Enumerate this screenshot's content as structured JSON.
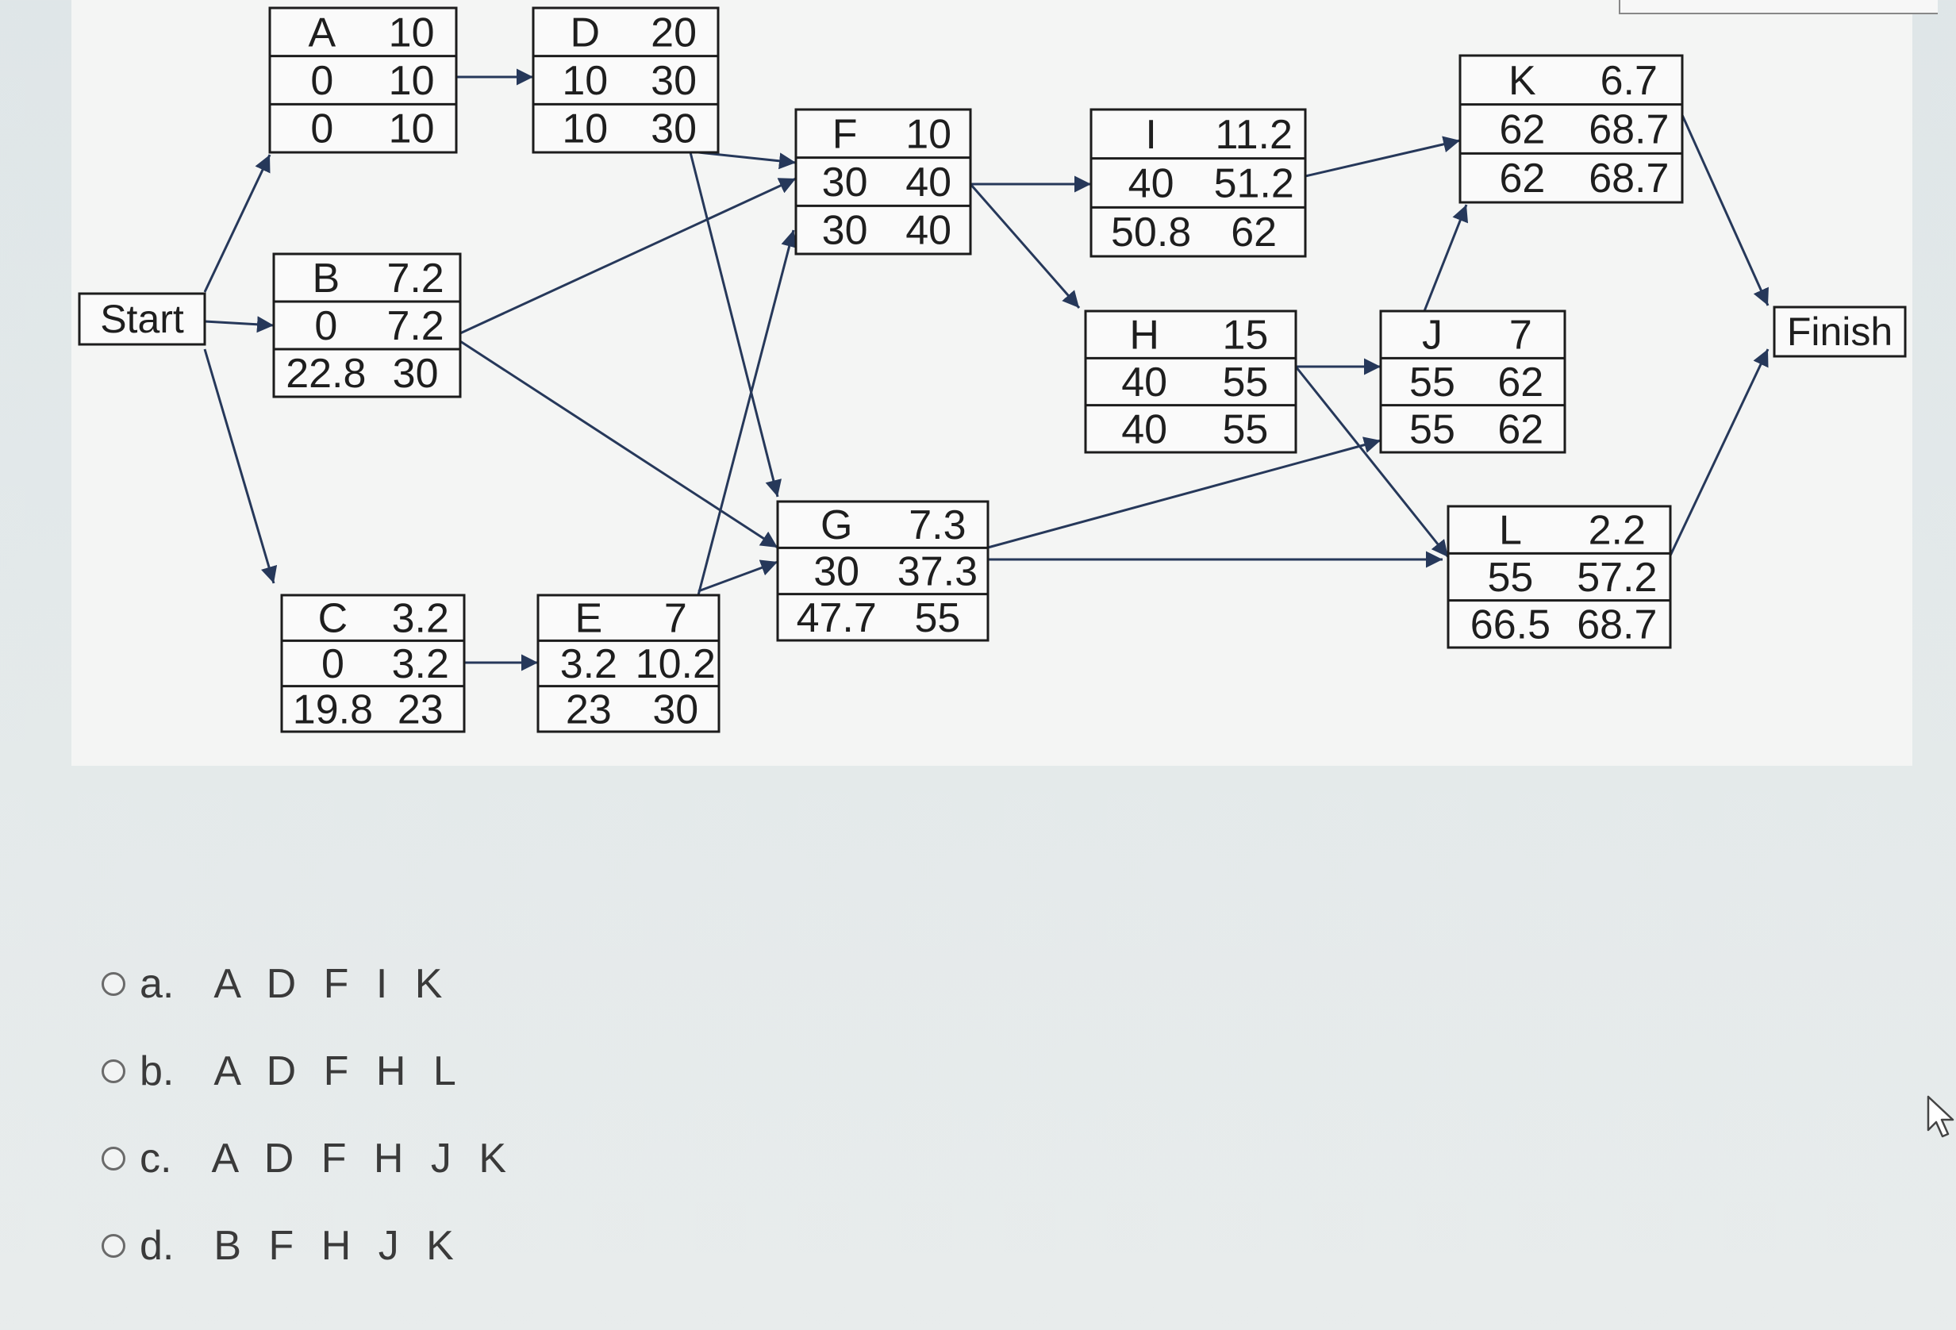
{
  "diagram": {
    "start_label": "Start",
    "finish_label": "Finish",
    "nodes": [
      {
        "id": "A",
        "rows": [
          [
            "A",
            "10"
          ],
          [
            "0",
            "10"
          ],
          [
            "0",
            "10"
          ]
        ]
      },
      {
        "id": "B",
        "rows": [
          [
            "B",
            "7.2"
          ],
          [
            "0",
            "7.2"
          ],
          [
            "22.8",
            "30"
          ]
        ]
      },
      {
        "id": "C",
        "rows": [
          [
            "C",
            "3.2"
          ],
          [
            "0",
            "3.2"
          ],
          [
            "19.8",
            "23"
          ]
        ]
      },
      {
        "id": "D",
        "rows": [
          [
            "D",
            "20"
          ],
          [
            "10",
            "30"
          ],
          [
            "10",
            "30"
          ]
        ]
      },
      {
        "id": "E",
        "rows": [
          [
            "E",
            "7"
          ],
          [
            "3.2",
            "10.2"
          ],
          [
            "23",
            "30"
          ]
        ]
      },
      {
        "id": "F",
        "rows": [
          [
            "F",
            "10"
          ],
          [
            "30",
            "40"
          ],
          [
            "30",
            "40"
          ]
        ]
      },
      {
        "id": "G",
        "rows": [
          [
            "G",
            "7.3"
          ],
          [
            "30",
            "37.3"
          ],
          [
            "47.7",
            "55"
          ]
        ]
      },
      {
        "id": "I",
        "rows": [
          [
            "I",
            "11.2"
          ],
          [
            "40",
            "51.2"
          ],
          [
            "50.8",
            "62"
          ]
        ]
      },
      {
        "id": "H",
        "rows": [
          [
            "H",
            "15"
          ],
          [
            "40",
            "55"
          ],
          [
            "40",
            "55"
          ]
        ]
      },
      {
        "id": "J",
        "rows": [
          [
            "J",
            "7"
          ],
          [
            "55",
            "62"
          ],
          [
            "55",
            "62"
          ]
        ]
      },
      {
        "id": "K",
        "rows": [
          [
            "K",
            "6.7"
          ],
          [
            "62",
            "68.7"
          ],
          [
            "62",
            "68.7"
          ]
        ]
      },
      {
        "id": "L",
        "rows": [
          [
            "L",
            "2.2"
          ],
          [
            "55",
            "57.2"
          ],
          [
            "66.5",
            "68.7"
          ]
        ]
      }
    ],
    "edges": [
      [
        "Start",
        "A"
      ],
      [
        "Start",
        "B"
      ],
      [
        "Start",
        "C"
      ],
      [
        "A",
        "D"
      ],
      [
        "C",
        "E"
      ],
      [
        "D",
        "F"
      ],
      [
        "D",
        "G"
      ],
      [
        "B",
        "F"
      ],
      [
        "B",
        "G"
      ],
      [
        "E",
        "F"
      ],
      [
        "E",
        "G"
      ],
      [
        "F",
        "I"
      ],
      [
        "F",
        "H"
      ],
      [
        "I",
        "K"
      ],
      [
        "H",
        "J"
      ],
      [
        "H",
        "L"
      ],
      [
        "G",
        "J"
      ],
      [
        "G",
        "L"
      ],
      [
        "J",
        "K"
      ],
      [
        "K",
        "Finish"
      ],
      [
        "L",
        "Finish"
      ]
    ]
  },
  "options": [
    {
      "letter": "a.",
      "text": "A D F I K"
    },
    {
      "letter": "b.",
      "text": "A D F H L"
    },
    {
      "letter": "c.",
      "text": "A D F H J K"
    },
    {
      "letter": "d.",
      "text": "B F H J K"
    }
  ],
  "icons": {
    "cursor": "mouse-pointer-icon",
    "option_radio": "radio-button-icon"
  }
}
